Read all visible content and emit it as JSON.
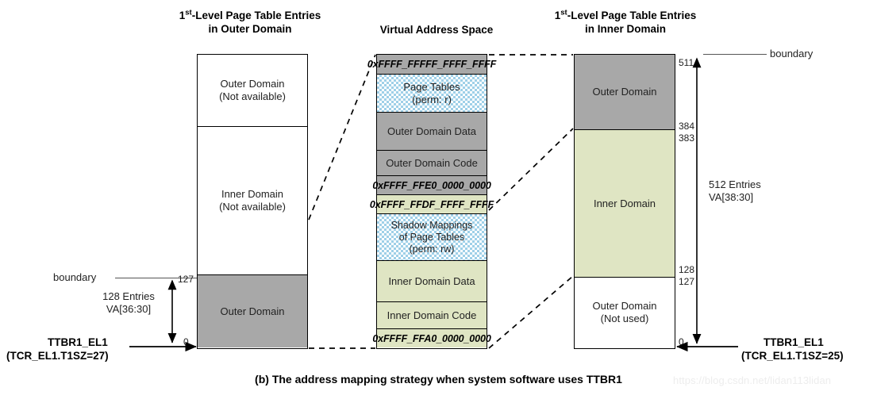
{
  "headers": {
    "left": {
      "line1_pre": "1",
      "line1_sup": "st",
      "line1_post": "-Level Page Table Entries",
      "line2": "in Outer Domain"
    },
    "center": {
      "title": "Virtual Address Space"
    },
    "right": {
      "line1_pre": "1",
      "line1_sup": "st",
      "line1_post": "-Level Page Table Entries",
      "line2": "in Inner Domain"
    }
  },
  "left_column": {
    "blocks": [
      {
        "label_line1": "Outer Domain",
        "label_line2": "(Not available)",
        "fill": "white"
      },
      {
        "label_line1": "Inner Domain",
        "label_line2": "(Not available)",
        "fill": "white"
      },
      {
        "label_line1": "Outer Domain",
        "label_line2": "",
        "fill": "gray"
      }
    ],
    "boundary_label": "boundary",
    "index_top": "127",
    "index_bottom": "0",
    "entries_line1": "128 Entries",
    "entries_line2": "VA[36:30]",
    "register": "TTBR1_EL1",
    "register_config": "(TCR_EL1.T1SZ=27)"
  },
  "center_column": {
    "blocks": [
      {
        "text": "0xFFFF_FFFFF_FFFF_FFFF",
        "fill": "gray",
        "style": "addr"
      },
      {
        "text": "Page Tables",
        "text2": "(perm: r)",
        "fill": "hatch",
        "style": "normal"
      },
      {
        "text": "Outer Domain Data",
        "fill": "gray",
        "style": "normal"
      },
      {
        "text": "Outer Domain Code",
        "fill": "gray",
        "style": "normal"
      },
      {
        "text": "0xFFFF_FFE0_0000_0000",
        "fill": "gray",
        "style": "addr"
      },
      {
        "text": "0xFFFF_FFDF_FFFF_FFFF",
        "fill": "green",
        "style": "addr"
      },
      {
        "text": "Shadow Mappings",
        "text2": "of Page Tables",
        "text3": "(perm: rw)",
        "fill": "hatch",
        "style": "normal"
      },
      {
        "text": "Inner Domain Data",
        "fill": "green",
        "style": "normal"
      },
      {
        "text": "Inner Domain Code",
        "fill": "green",
        "style": "normal"
      },
      {
        "text": "0xFFFF_FFA0_0000_0000",
        "fill": "green",
        "style": "addr"
      }
    ]
  },
  "right_column": {
    "blocks": [
      {
        "label_line1": "Outer Domain",
        "label_line2": "",
        "fill": "gray"
      },
      {
        "label_line1": "Inner Domain",
        "label_line2": "",
        "fill": "green"
      },
      {
        "label_line1": "Outer Domain",
        "label_line2": "(Not used)",
        "fill": "white"
      }
    ],
    "boundary_label": "boundary",
    "index_511": "511",
    "index_384": "384",
    "index_383": "383",
    "index_128": "128",
    "index_127": "127",
    "index_0": "0",
    "entries_line1": "512 Entries",
    "entries_line2": "VA[38:30]",
    "register": "TTBR1_EL1",
    "register_config": "(TCR_EL1.T1SZ=25)"
  },
  "caption": "(b) The address mapping strategy when system software uses TTBR1",
  "watermark": "https://blog.csdn.net/lidan113lidan",
  "colors": {
    "gray_fill": "#a8a8a8",
    "green_fill": "#dfe5c3",
    "hatch_blue": "#9fd0e8",
    "stroke": "#000000"
  }
}
